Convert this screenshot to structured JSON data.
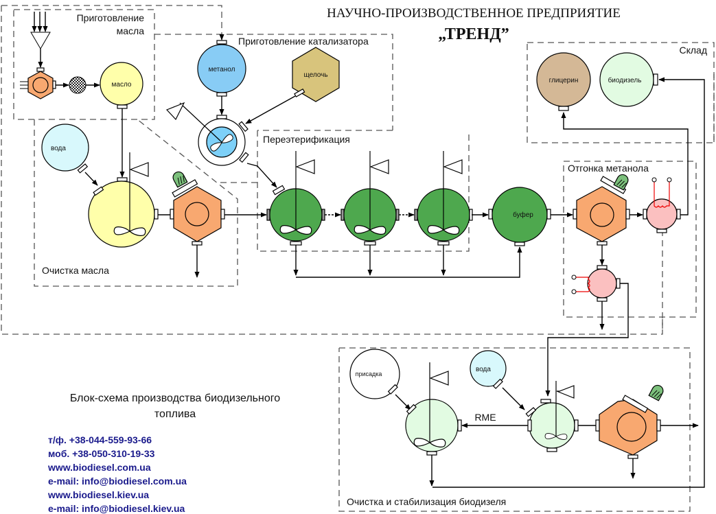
{
  "header": {
    "company_line": "НАУЧНО-ПРОИЗВОДСТВЕННОЕ ПРЕДПРИЯТИЕ",
    "company_name": "„ТРЕНД”"
  },
  "diagram_title": [
    "Блок-схема производства биодизельного",
    "топлива"
  ],
  "contacts": [
    "т/ф.  +38-044-559-93-66",
    "моб. +38-050-310-19-33",
    "www.biodiesel.com.ua",
    "e-mail: info@biodiesel.com.ua",
    "www.biodiesel.kiev.ua",
    "e-mail: info@biodiesel.kiev.ua"
  ],
  "sections": {
    "oil_prep": [
      "Приготовление",
      "масла"
    ],
    "catalyst_prep": "Приготовление катализатора",
    "oil_cleaning": "Очистка масла",
    "transesterification": "Переэтерификация",
    "methanol_stripping": "Отгонка метанола",
    "warehouse": "Склад",
    "biodiesel_cleaning": "Очистка и стабилизация биодизеля"
  },
  "tanks": {
    "oil": "масло",
    "methanol": "метанол",
    "alkali": "щелочь",
    "water1": "вода",
    "buffer": "буфер",
    "glycerin": "глицерин",
    "biodiesel": "биодизель",
    "additive": "присадка",
    "water2": "вода"
  },
  "flow_labels": {
    "rme": "RME"
  },
  "colors": {
    "oil": "#ffffaa",
    "methanol": "#88ccf5",
    "alkali": "#d8c47c",
    "water": "#d8f8fc",
    "reactor": "#4ea84e",
    "separator": "#f8a870",
    "motor": "#7cc07c",
    "glycerin": "#d4b896",
    "biodiesel": "#e2fbe2",
    "heater": "#fbc0c0",
    "contact": "#1a1a8c"
  }
}
